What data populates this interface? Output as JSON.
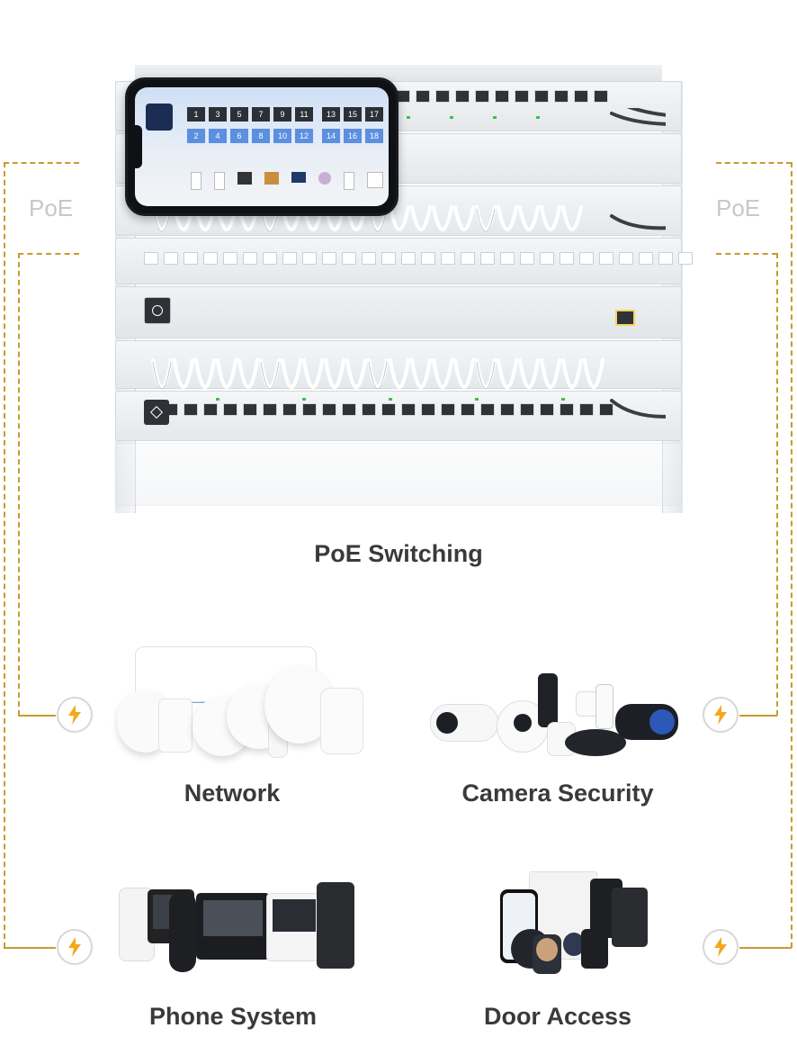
{
  "side_labels": {
    "left": "PoE",
    "right": "PoE"
  },
  "main_label": "PoE Switching",
  "products": [
    {
      "label": "Network"
    },
    {
      "label": "Camera Security"
    },
    {
      "label": "Phone System"
    },
    {
      "label": "Door Access"
    }
  ],
  "phone_overlay": {
    "top_ports": [
      "1",
      "3",
      "5",
      "7",
      "9",
      "11",
      "13",
      "15",
      "17"
    ],
    "bottom_ports": [
      "2",
      "4",
      "6",
      "8",
      "10",
      "12",
      "14",
      "16",
      "18"
    ]
  },
  "colors": {
    "wire": "#c99a2e",
    "bolt": "#f2a81d",
    "port_blue": "#5b8fe0"
  }
}
